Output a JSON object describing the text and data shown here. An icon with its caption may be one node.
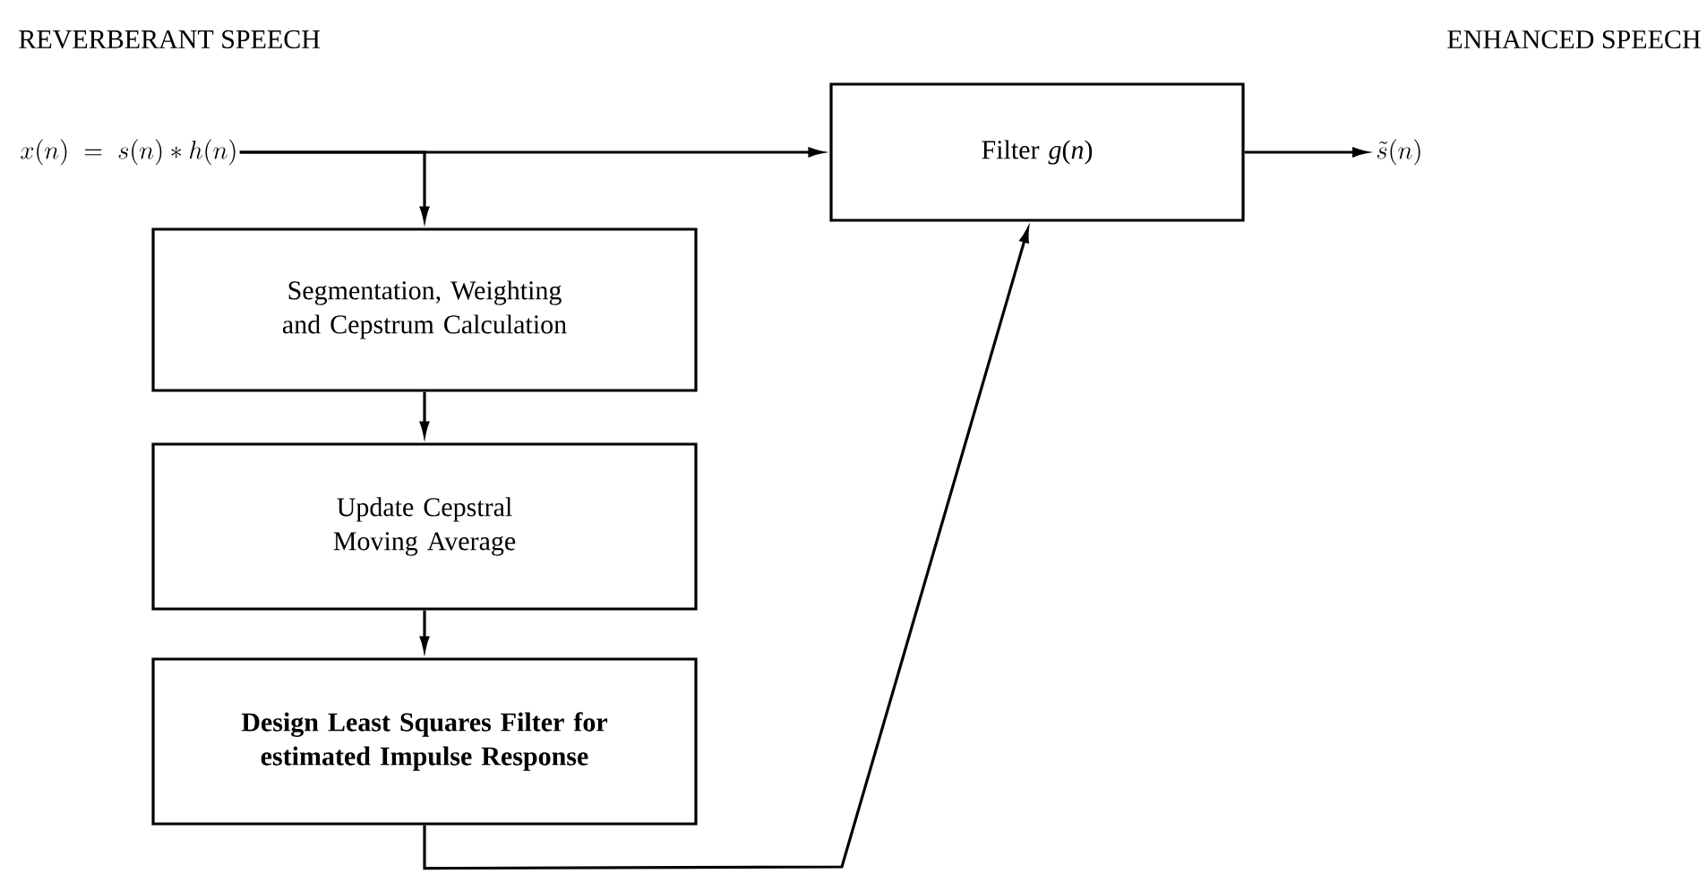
{
  "diagram": {
    "nodes": [
      {
        "text": [
          "x(n) \\;=\\; s(n) * h(n)"
        ]
      },
      {
        "text": [
          "Filter *g*(*n*)"
        ]
      },
      {
        "text": [
          "\\tilde{s}(n)"
        ]
      },
      {
        "text": [
          "Segmentation, Weighting and Cepstrum Calculation"
        ]
      },
      {
        "text": [
          "Update Cepstral Moving Average"
        ]
      },
      {
        "text": [
          "**Design Least Squares Filter for estimated Impulse Response**"
        ]
      }
    ],
    "edges": [
      {
        "from": 0,
        "to": 1,
        "arrow": "to"
      },
      {
        "from": 0,
        "to": 3,
        "arrow": "to"
      },
      {
        "from": 1,
        "to": 2,
        "arrow": "to"
      },
      {
        "from": 3,
        "to": 4,
        "arrow": "to"
      },
      {
        "from": 4,
        "to": 5,
        "arrow": "to"
      },
      {
        "from": 5,
        "to": 1,
        "arrow": "to"
      }
    ],
    "labels": [
      "REVERBERANT SPEECH",
      "ENHANCED SPEECH"
    ]
  }
}
